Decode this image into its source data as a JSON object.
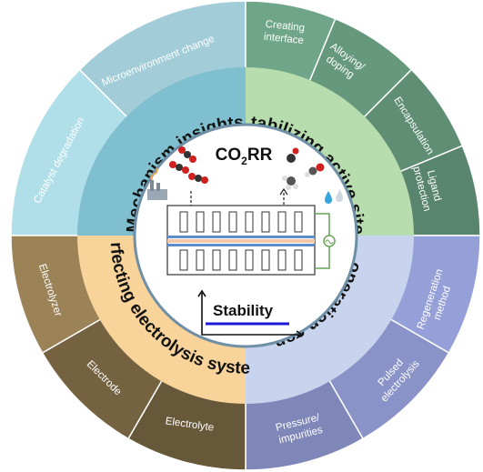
{
  "colors": {
    "quadrant_top_left_outer": "#a9d6e1",
    "quadrant_top_left_inner": "#7fbfcf",
    "quadrant_top_right_outer": "#6fa588",
    "quadrant_top_right_inner": "#b7dcae",
    "quadrant_bottom_right_outer": "#8a93c8",
    "quadrant_bottom_right_inner": "#c8d4ee",
    "quadrant_bottom_left_outer": "#7f6b47",
    "quadrant_bottom_left_inner": "#f8d39a",
    "stability_line": "#1a1ad6",
    "membrane": "#5b8ec8"
  },
  "center": {
    "title_main": "CO",
    "title_sub": "2",
    "title_tail": "RR",
    "stability_label": "Stability"
  },
  "quadrants": {
    "top_left": {
      "title": "Mechanism insights",
      "outer_items": [
        "Catalyst degradation",
        "Microenvironment change"
      ]
    },
    "top_right": {
      "title": "Stabilizing active sites",
      "outer_items": [
        "Creating interface",
        "Alloying/ doping",
        "Encapsulation",
        "Ligand protection"
      ]
    },
    "bottom_right": {
      "title": "Tuning operation conditions",
      "outer_items": [
        "Regeneration method",
        "Pulsed electrolysis",
        "Pressure/ impurities"
      ]
    },
    "bottom_left": {
      "title": "Perfecting electrolysis system",
      "outer_items": [
        "Electrolyzer",
        "Electrode",
        "Electrolyte"
      ]
    }
  },
  "icons": [
    "factory-icon",
    "co2-molecule-icon",
    "product-molecule-icon",
    "water-drop-icon",
    "flame-icon"
  ]
}
